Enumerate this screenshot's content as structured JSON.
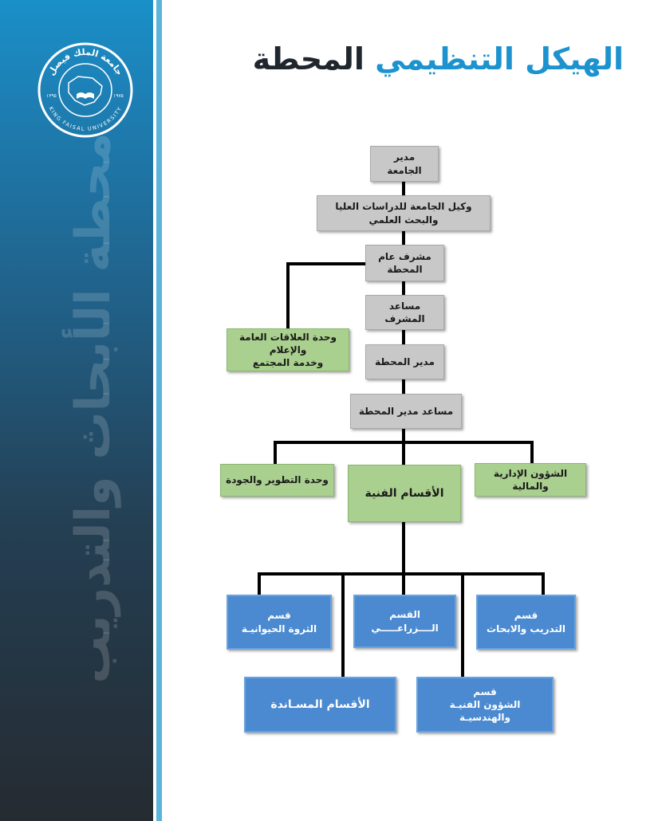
{
  "page": {
    "title_part1": "الهيكل التنظيمي",
    "title_part2": "المحطة",
    "sidebar_text": "محطة الأبحاث والتدريب",
    "logo_text_ar": "جامعة الملك فيصل",
    "logo_text_en": "KING FAISAL UNIVERSITY",
    "logo_year_left": "١٣٩٥",
    "logo_year_right": "١٩٧٥"
  },
  "colors": {
    "title_accent": "#1c93cf",
    "title_dark": "#20262d",
    "box_gray": "#c8c8c8",
    "box_green": "#a9d08e",
    "box_blue": "#4b8ad0",
    "sidebar_top": "#1a90c8",
    "sidebar_bottom": "#252b31"
  },
  "chart": {
    "university_director": "مدير الجامعة",
    "vice_president": "وكيل الجامعة للدراسات العليا والبحث العلمي",
    "general_supervisor_line1": "مشرف عام",
    "general_supervisor_line2": "المحطة",
    "assistant_supervisor": "مساعد المشرف",
    "station_director": "مدير المحطة",
    "assistant_director": "مساعد مدير المحطة",
    "pr_unit_line1": "وحدة العلاقات العامة والإعلام",
    "pr_unit_line2": "وخدمة المجتمع",
    "development_unit": "وحدة التطوير والجودة",
    "technical_departments": "الأقسام الفنية",
    "admin_affairs": "الشؤون الإدارية والمالية",
    "dept_training_line1": "قسم",
    "dept_training_line2": "التدريب والابحاث",
    "dept_agriculture_line1": "القسم",
    "dept_agriculture_line2": "الــــزراعـــــي",
    "dept_livestock_line1": "قسم",
    "dept_livestock_line2": "الثروة الحيوانيـة",
    "support_departments": "الأقسام المسـاندة",
    "dept_engineering_line1": "قسم",
    "dept_engineering_line2": "الشؤون الفنيـة والهندسيـة"
  }
}
